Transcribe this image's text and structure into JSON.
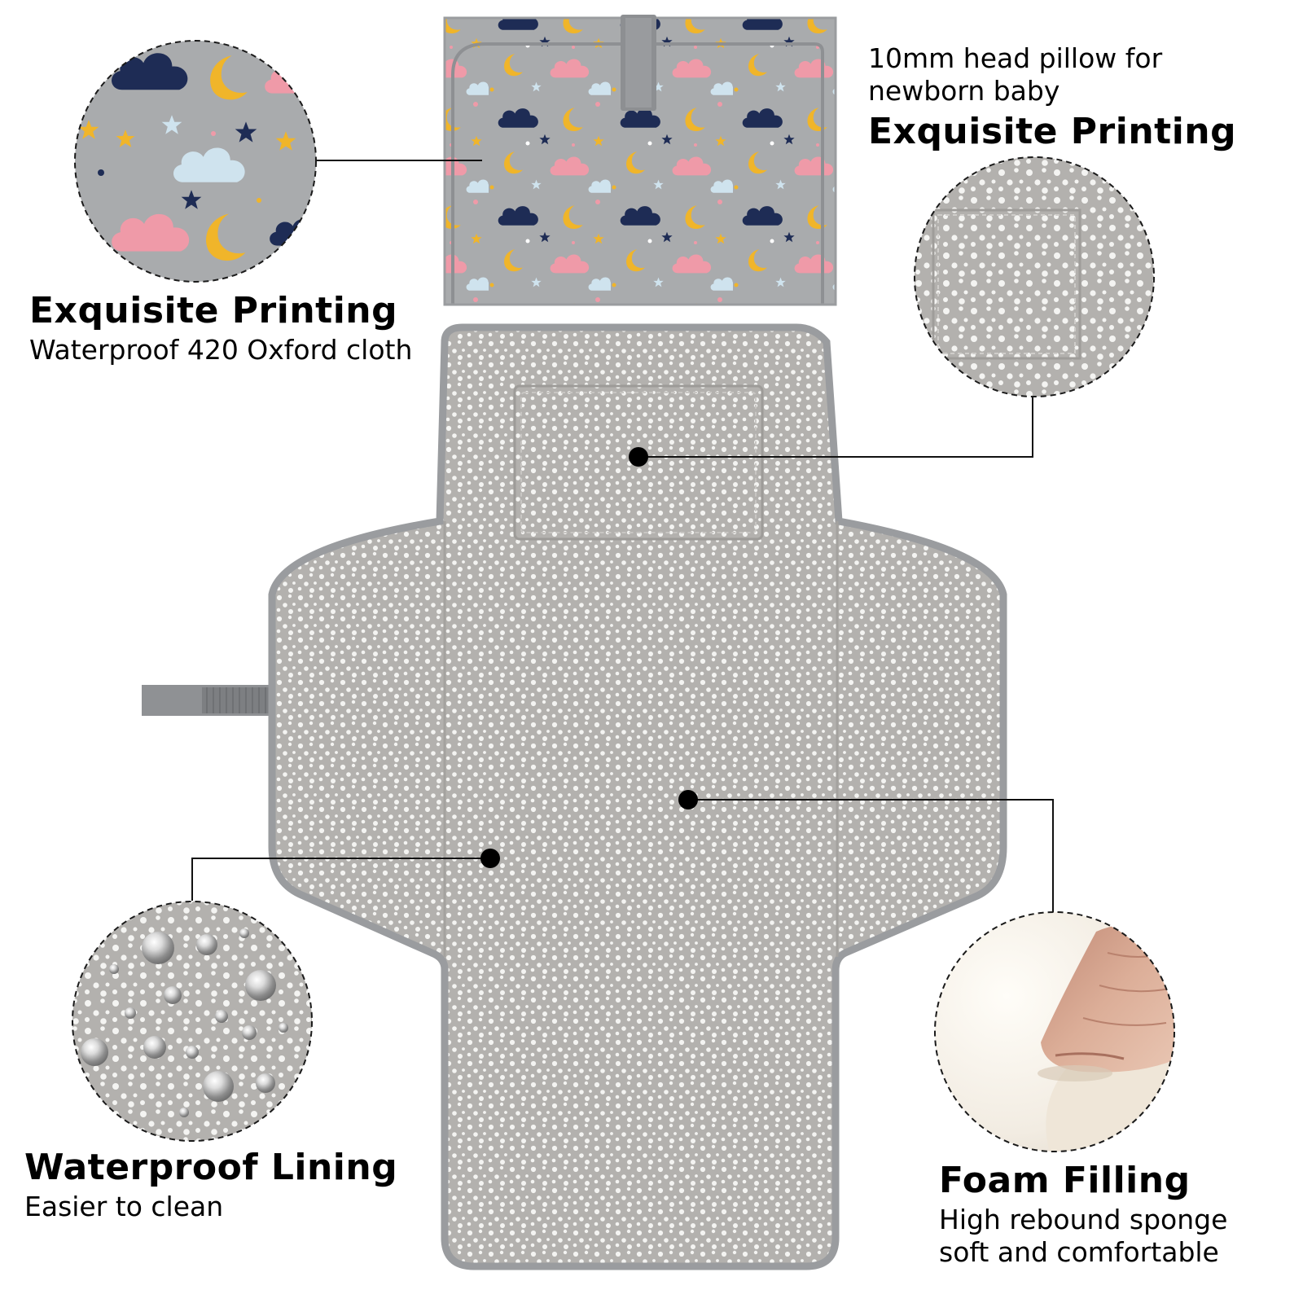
{
  "callouts": {
    "printing_left": {
      "title": "Exquisite Printing",
      "subtitle": "Waterproof 420 Oxford cloth"
    },
    "printing_right": {
      "line1": "10mm head pillow for",
      "line2": "newborn baby",
      "title": "Exquisite Printing"
    },
    "waterproof": {
      "title": "Waterproof Lining",
      "subtitle": "Easier to clean"
    },
    "foam": {
      "title": "Foam Filling",
      "line1": "High rebound sponge",
      "line2": "soft and comfortable"
    }
  },
  "colors": {
    "fabric_gray": "#b3b1ae",
    "folded_gray": "#a9abad",
    "binding_gray": "#9a9c9f",
    "dot_white": "#f4f4f2",
    "navy": "#1e2c55",
    "gold": "#f0b52a",
    "pink": "#ef9aa8",
    "sky": "#cfe3ee",
    "foam": "#f5f0e8"
  }
}
